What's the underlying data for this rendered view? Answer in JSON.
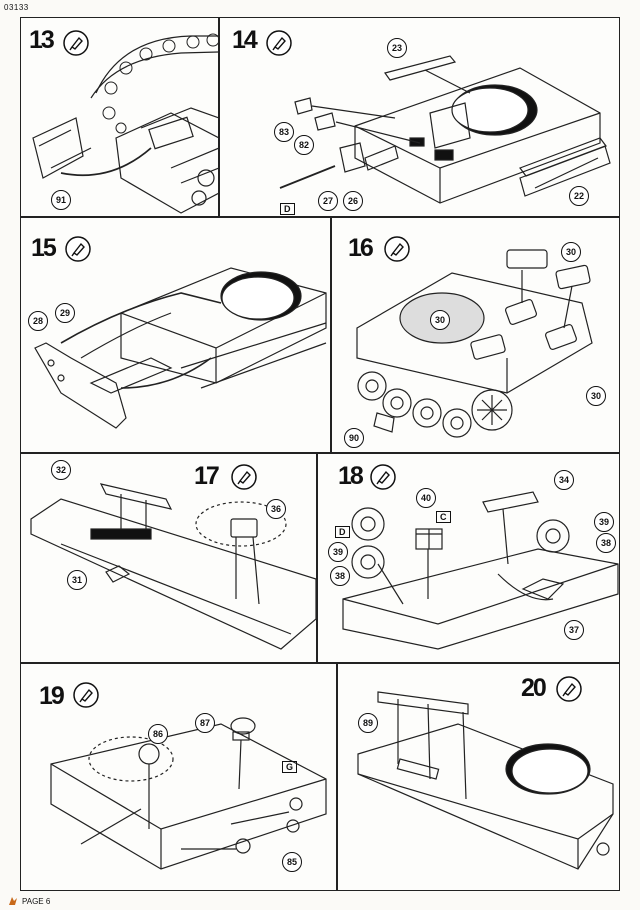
{
  "doc_id": "03133",
  "footer": {
    "page_label": "PAGE 6"
  },
  "steps": [
    {
      "number": "13",
      "parts": [
        "91"
      ]
    },
    {
      "number": "14",
      "parts": [
        "23",
        "83",
        "82",
        "27",
        "26",
        "22"
      ],
      "flags": [
        "D"
      ]
    },
    {
      "number": "15",
      "parts": [
        "28",
        "29"
      ]
    },
    {
      "number": "16",
      "parts": [
        "30",
        "30",
        "30",
        "90"
      ]
    },
    {
      "number": "17",
      "parts": [
        "32",
        "36",
        "31"
      ]
    },
    {
      "number": "18",
      "parts": [
        "34",
        "40",
        "39",
        "38",
        "39",
        "38",
        "37"
      ],
      "flags": [
        "D",
        "C"
      ]
    },
    {
      "number": "19",
      "parts": [
        "87",
        "86",
        "85"
      ],
      "flags": [
        "G"
      ]
    },
    {
      "number": "20",
      "parts": [
        "89"
      ]
    }
  ]
}
